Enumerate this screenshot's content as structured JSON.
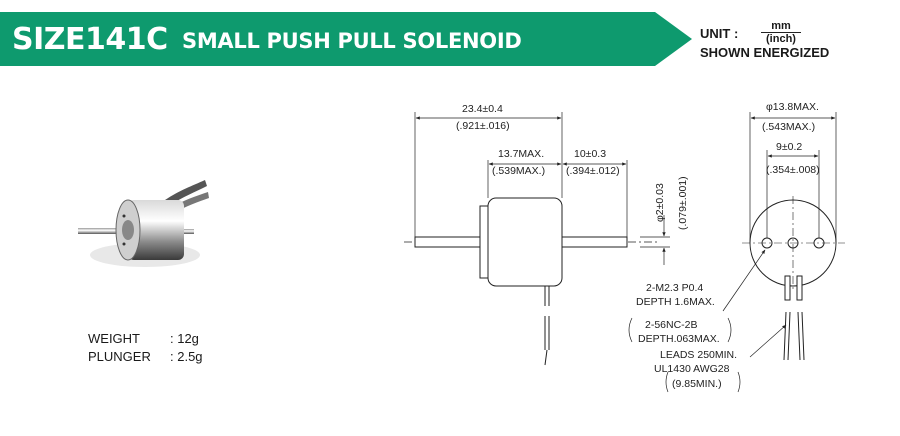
{
  "header": {
    "model": "SIZE141C",
    "product_name": "SMALL PUSH PULL SOLENOID",
    "banner_color": "#0e9a6e",
    "unit_label": "UNIT :",
    "unit_mm": "mm",
    "unit_inch": "(inch)",
    "shown_state": "SHOWN ENERGIZED"
  },
  "specs": [
    {
      "label": "WEIGHT",
      "value": ": 12g"
    },
    {
      "label": "PLUNGER",
      "value": ": 2.5g"
    }
  ],
  "dimensions": {
    "overall_length_mm": "23.4±0.4",
    "overall_length_in": "(.921±.016)",
    "body_length_mm": "13.7MAX.",
    "body_length_in": "(.539MAX.)",
    "plunger_ext_mm": "10±0.3",
    "plunger_ext_in": "(.394±.012)",
    "plunger_dia_mm": "φ2±0.03",
    "plunger_dia_in": "(.079±.001)",
    "body_dia_mm": "φ13.8MAX.",
    "body_dia_in": "(.543MAX.)",
    "hole_pitch_mm": "9±0.2",
    "hole_pitch_in": "(.354±.008)"
  },
  "notes": {
    "thread_1": "2-M2.3 P0.4",
    "thread_2": "DEPTH 1.6MAX.",
    "thread_3": "2-56NC-2B",
    "thread_4": "DEPTH.063MAX.",
    "leads_1": "LEADS 250MIN.",
    "leads_2": "UL1430 AWG28",
    "leads_3": "(9.85MIN.)"
  }
}
